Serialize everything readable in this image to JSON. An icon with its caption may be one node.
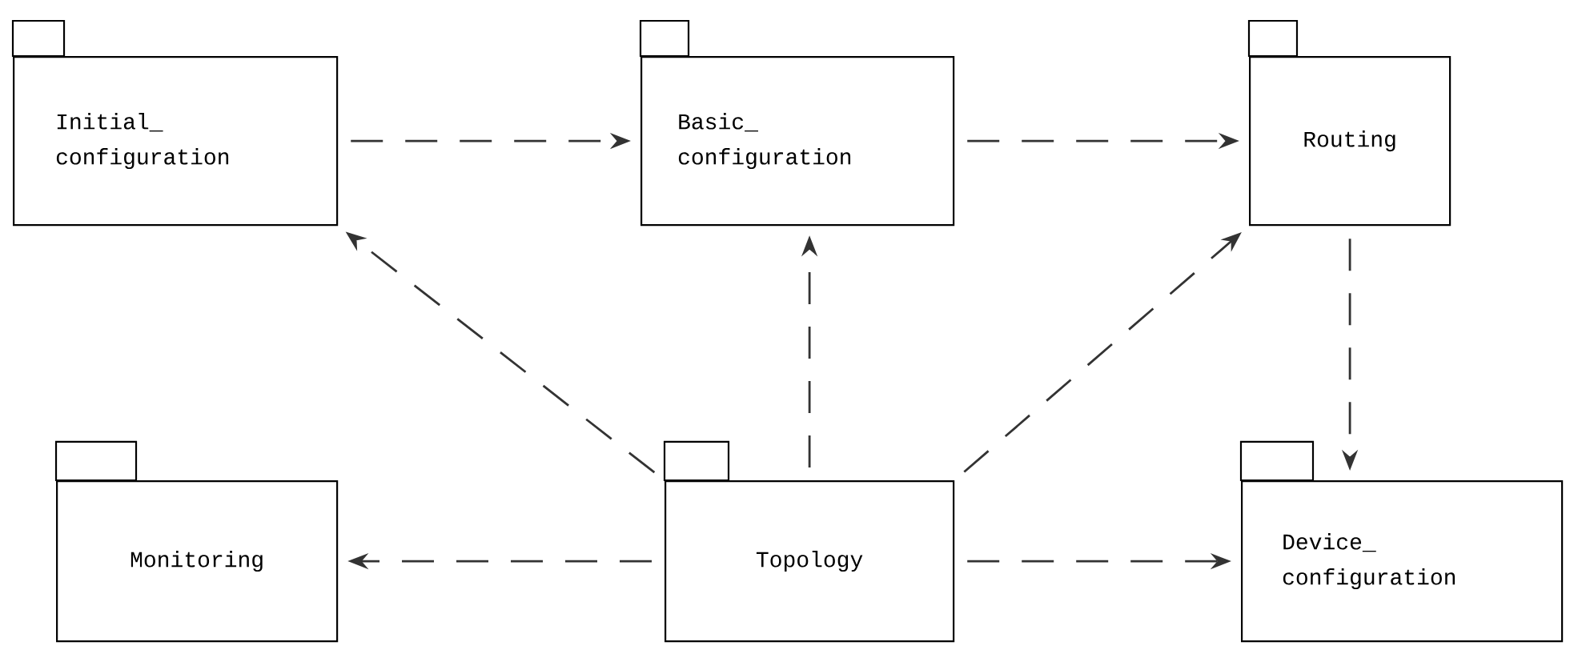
{
  "diagram": {
    "nodes": [
      {
        "text": [
          "Initial_ configuration"
        ]
      },
      {
        "text": [
          "Basic_ configuration"
        ]
      },
      {
        "text": [
          "Routing"
        ]
      },
      {
        "text": [
          "Monitoring"
        ]
      },
      {
        "text": [
          "Topology"
        ]
      },
      {
        "text": [
          "Device_ configuration"
        ]
      }
    ],
    "edges": [
      {
        "from": 0,
        "to": 1,
        "arrow": "to",
        "style": "dashed"
      },
      {
        "from": 1,
        "to": 2,
        "arrow": "to",
        "style": "dashed"
      },
      {
        "from": 4,
        "to": 0,
        "arrow": "to",
        "style": "dashed"
      },
      {
        "from": 4,
        "to": 1,
        "arrow": "to",
        "style": "dashed"
      },
      {
        "from": 4,
        "to": 2,
        "arrow": "to",
        "style": "dashed"
      },
      {
        "from": 2,
        "to": 5,
        "arrow": "to",
        "style": "dashed"
      },
      {
        "from": 4,
        "to": 3,
        "arrow": "to",
        "style": "dashed"
      },
      {
        "from": 4,
        "to": 5,
        "arrow": "to",
        "style": "dashed"
      }
    ]
  }
}
